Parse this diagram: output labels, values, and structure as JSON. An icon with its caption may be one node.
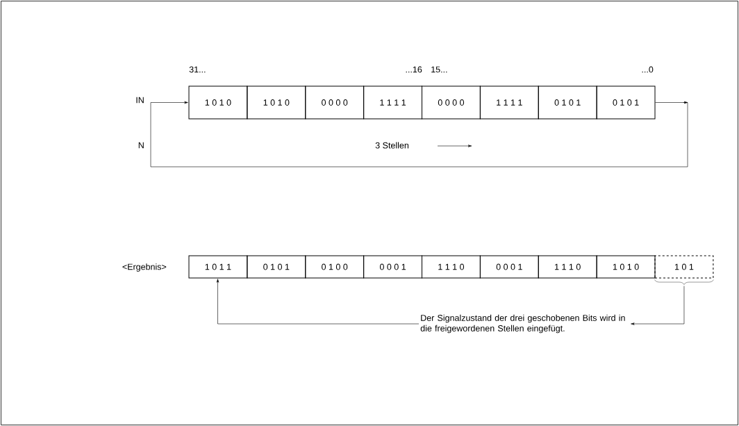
{
  "diagram": {
    "nodes": [
      {
        "text": [
          "1 0 1 0"
        ]
      },
      {
        "text": [
          "1 0 1 0"
        ]
      },
      {
        "text": [
          "0 0 0 0"
        ]
      },
      {
        "text": [
          "1 1 1 1"
        ]
      },
      {
        "text": [
          "0 0 0 0"
        ]
      },
      {
        "text": [
          "1 1 1 1"
        ]
      },
      {
        "text": [
          "0 1 0 1"
        ]
      },
      {
        "text": [
          "0 1 0 1"
        ]
      },
      {
        "text": [
          "1 0 1 1"
        ]
      },
      {
        "text": [
          "0 1 0 1"
        ]
      },
      {
        "text": [
          "0 1 0 0"
        ]
      },
      {
        "text": [
          "0 0 0 1"
        ]
      },
      {
        "text": [
          "1 1 1 0"
        ]
      },
      {
        "text": [
          "0 0 0 1"
        ]
      },
      {
        "text": [
          "1 1 1 0"
        ]
      },
      {
        "text": [
          "1 0 1 0"
        ]
      },
      {
        "text": [
          "1 0 1"
        ]
      },
      {
        "text": [
          "Der Signalzustand der drei geschobenen Bits wird in die freigewordenen Stellen eingefügt."
        ]
      }
    ],
    "edges": [
      {
        "from": 7,
        "to": 0,
        "arrow": "to"
      },
      {
        "from": 16,
        "to": 17,
        "arrow": "to"
      },
      {
        "from": 17,
        "to": 8,
        "arrow": "to"
      }
    ],
    "labels": [
      "31...",
      "...16",
      "15...",
      "...0",
      "IN",
      "N",
      "3 Stellen",
      "<Ergebnis>"
    ]
  }
}
